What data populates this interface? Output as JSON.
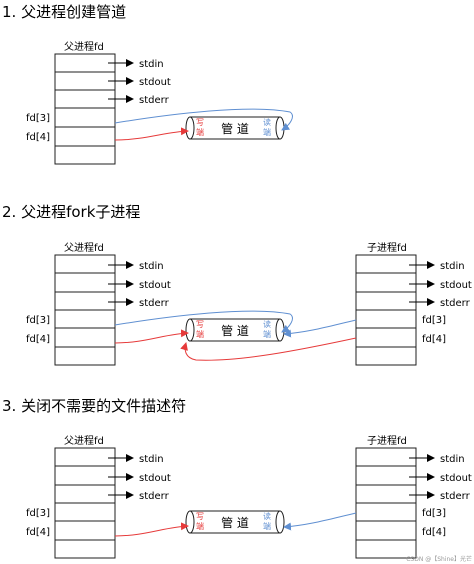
{
  "colors": {
    "line": "#000000",
    "red": "#e63a3a",
    "blue": "#5f8fd1",
    "stroke": "#1f1f1f"
  },
  "sections": [
    {
      "title": "1. 父进程创建管道",
      "parent": {
        "header": "父进程fd",
        "fds": [
          "stdin",
          "stdout",
          "stderr"
        ],
        "fd3": "fd[3]",
        "fd4": "fd[4]"
      },
      "pipe": {
        "label": "管 道",
        "write": [
          "写",
          "端"
        ],
        "read": [
          "读",
          "端"
        ]
      }
    },
    {
      "title": "2. 父进程fork子进程",
      "parent": {
        "header": "父进程fd",
        "fds": [
          "stdin",
          "stdout",
          "stderr"
        ],
        "fd3": "fd[3]",
        "fd4": "fd[4]"
      },
      "child": {
        "header": "子进程fd",
        "fds": [
          "stdin",
          "stdout",
          "stderr"
        ],
        "fd3": "fd[3]",
        "fd4": "fd[4]"
      },
      "pipe": {
        "label": "管 道",
        "write": [
          "写",
          "端"
        ],
        "read": [
          "读",
          "端"
        ]
      }
    },
    {
      "title": "3. 关闭不需要的文件描述符",
      "parent": {
        "header": "父进程fd",
        "fds": [
          "stdin",
          "stdout",
          "stderr"
        ],
        "fd3": "fd[3]",
        "fd4": "fd[4]"
      },
      "child": {
        "header": "子进程fd",
        "fds": [
          "stdin",
          "stdout",
          "stderr"
        ],
        "fd3": "fd[3]",
        "fd4": "fd[4]"
      },
      "pipe": {
        "label": "管 道",
        "write": [
          "写",
          "端"
        ],
        "read": [
          "读",
          "端"
        ]
      }
    }
  ],
  "watermark": "CSDN @【Shine】光芒"
}
